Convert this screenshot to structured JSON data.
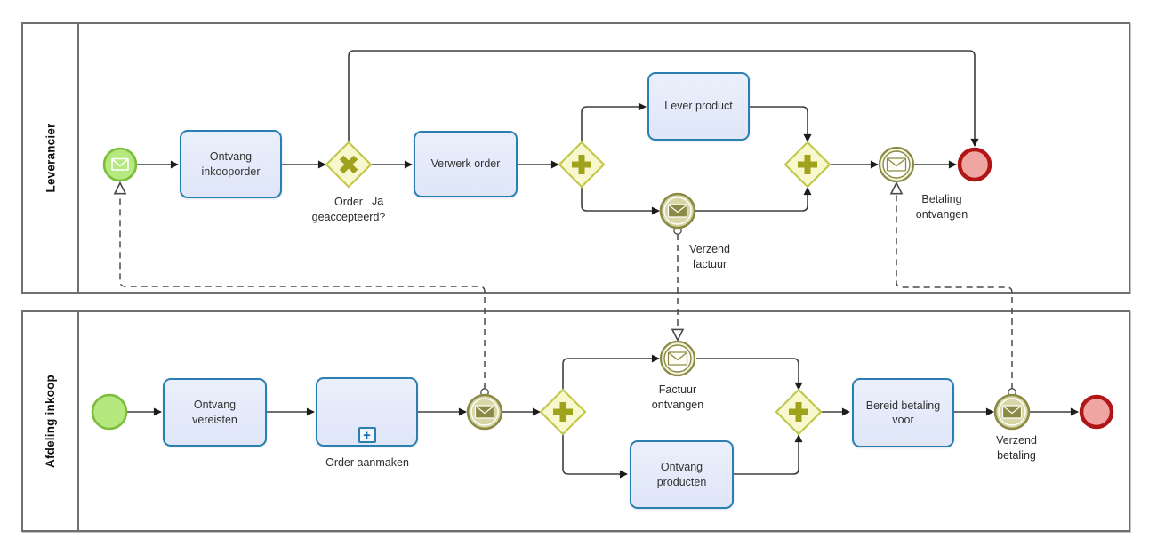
{
  "lanes": [
    {
      "label": "Leverancier"
    },
    {
      "label": "Afdeling inkoop"
    }
  ],
  "nodes": {
    "ontvang_inkooporder": "Ontvang inkooporder",
    "verwerk_order": "Verwerk order",
    "lever_product": "Lever product",
    "ontvang_vereisten": "Ontvang vereisten",
    "order_aanmaken": "Order aanmaken",
    "ontvang_producten": "Ontvang producten",
    "bereid_betaling_voor": "Bereid betaling voor",
    "subprocess_marker": "+"
  },
  "gateway_labels": {
    "order_geaccepteerd": "Order geaccepteerd?",
    "ja": "Ja"
  },
  "event_labels": {
    "verzend_factuur": "Verzend factuur",
    "betaling_ontvangen": "Betaling ontvangen",
    "factuur_ontvangen": "Factuur ontvangen",
    "verzend_betaling": "Verzend betaling"
  },
  "colors": {
    "task_fill": "#e4eafa",
    "task_border": "#2b7fb0",
    "gateway_fill": "#f7f8cd",
    "gateway_border": "#c3c74c",
    "gateway_symbol": "#9fa31c",
    "start_event_fill": "#b5e87e",
    "start_event_border": "#7cbd3c",
    "message_event_olive": "#8a8a45",
    "end_event_fill": "#efa5a1",
    "end_event_border": "#b11616",
    "connector": "#3f3f3f"
  }
}
